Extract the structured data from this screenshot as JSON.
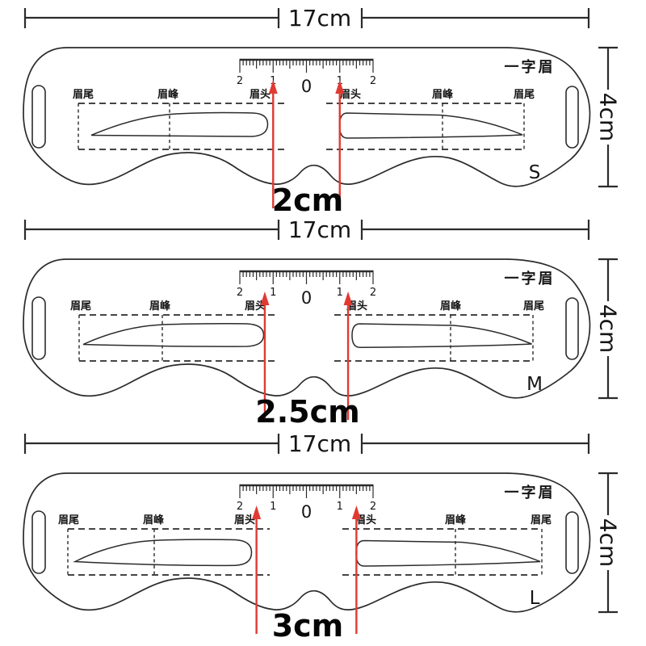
{
  "colors": {
    "background": "#ffffff",
    "line": "#2b2b2b",
    "text": "#151515",
    "arrow_red": "#e03a33",
    "gap_text": "#050505"
  },
  "dimensions": {
    "width": "17cm",
    "height": "4cm"
  },
  "ruler_labels": [
    "2",
    "1",
    "0",
    "1",
    "2"
  ],
  "brow_labels": {
    "tail": "眉尾",
    "peak": "眉峰",
    "head": "眉头"
  },
  "style_name": "一字眉",
  "stencils": [
    {
      "size": "S",
      "gap": "2cm",
      "arrow_offset_cm": 1
    },
    {
      "size": "M",
      "gap": "2.5cm",
      "arrow_offset_cm": 1.25
    },
    {
      "size": "L",
      "gap": "3cm",
      "arrow_offset_cm": 1.5
    }
  ]
}
